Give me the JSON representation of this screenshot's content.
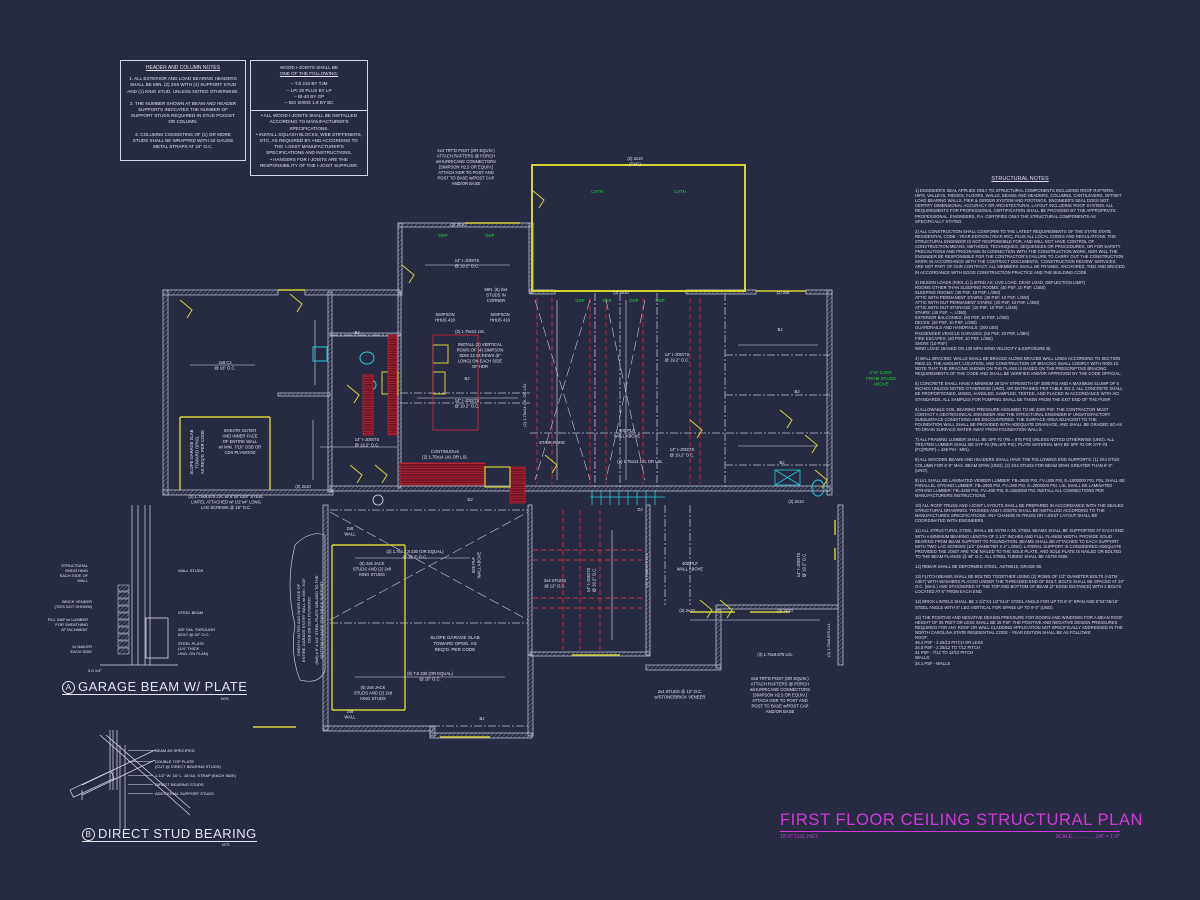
{
  "header_notes": {
    "title": "HEADER AND COLUMN NOTES",
    "items": [
      "1. ALL EXTERIOR AND LOAD BEARING HEADERS SHALL BE MIN. (2) 2x6 WITH (1) SUPPORT STUD AND (1) KING STUD, UNLESS NOTED OTHERWISE.",
      "2. THE NUMBER SHOWN AT BEAM AND HEADER SUPPORTS INDICATES THE NUMBER OF SUPPORT STUDS REQUIRED IN STUD POCKET OR COLUMN.",
      "3. COLUMNS CONSISTING OF (1) OR MORE STUDS SHALL BE WRAPPED WITH 22-GAUGE METAL STRAPS AT 24\" O.C."
    ]
  },
  "ijoist_notes": {
    "title": "WOOD I-JOISTS SHALL BE",
    "subtitle": "ONE OF THE FOLLOWING:",
    "options": [
      "-- TJI 210 BY TJM",
      "-- LPI 20 PLUS BY LP",
      "-- BI-40 BY GP",
      "-- BCI 5000s 1.8 BY BC"
    ],
    "items": [
      "• ALL WOOD I-JOISTS SHALL BE INSTALLED ACCORDING TO MANUFACTURER'S SPECIFICATIONS.",
      "• INSTALL SQUASH BLOCKS, WEB STIFFENERS, ETC. AS REQUIRED BY AND ACCORDING TO THE I-JOIST MANUFACTURER'S SPECIFICATIONS AND INSTRUCTIONS.",
      "• HANGERS FOR I-JOISTS ARE THE RESPONSIBILITY OF THE I-JOIST SUPPLIER."
    ]
  },
  "structural_notes": {
    "title": "STRUCTURAL NOTES",
    "items": [
      "1) ENGINEER'S SEAL APPLIES ONLY TO STRUCTURAL COMPONENTS INCLUDING ROOF RAFTERS, HIPS, VALLEYS, RIDGES, FLOORS, WALLS, BEAMS AND HEADERS, COLUMNS, CANTILEVERS, OFFSET LOAD BEARING WALLS, PIER & GIRDER SYSTEM AND FOOTINGS. ENGINEER'S SEAL DOES NOT CERTIFY DIMENSIONAL ACCURACY OR ARCHITECTURAL LAYOUT INCLUDING ROOF SYSTEM. ALL REQUIREMENTS FOR PROFESSIONAL CERTIFICATION SHALL BE PROVIDED BY THE APPROPRIATE PROFESSIONAL. ENGINEERS, P.A. CERTIFIES ONLY THE STRUCTURAL COMPONENTS AS SPECIFICALLY STATED.",
      "2) ALL CONSTRUCTION SHALL CONFORM TO THE LATEST REQUIREMENTS OF THE STATE STATE RESIDENTIAL CODE - YEAR EDITION (YEAR IRC), PLUS ALL LOCAL CODES AND REGULATIONS. THE STRUCTURAL ENGINEER IS NOT RESPONSIBLE FOR, AND WILL NOT HAVE CONTROL OF, CONSTRUCTION MEANS, METHODS, TECHNIQUES, SEQUENCES OR PROCEDURES, OR FOR SAFETY PRECAUTIONS AND PROGRAMS IN CONNECTION WITH THE CONSTRUCTION WORK, NOR WILL THE ENGINEER BE RESPONSIBLE FOR THE CONTRACTOR'S FAILURE TO CARRY OUT THE CONSTRUCTION WORK IN ACCORDANCE WITH THE CONTRACT DOCUMENTS. 'CONSTRUCTION REVIEW' SERVICES ARE NOT PART OF OUR CONTRACT. ALL MEMBERS SHALL BE FRAMED, ANCHORED, TIED AND BRACED IN ACCORDANCE WITH GOOD CONSTRUCTION PRACTICE AND THE BUILDING CODE.",
      "3) DESIGN LOADS (R301.4) (LISTED AS: LIVE LOAD, DEAD LOAD, DEFLECTION LIMIT)\nROOMS OTHER THAN SLEEPING ROOMS: (40 PSF, 10 PSF, L/360)\nSLEEPING ROOMS: (30 PSF, 10 PSF, L/360)\nATTIC WITH PERMANENT STAIRS: (40 PSF, 10 PSF, L/360)\nATTIC WITH OUT PERMANENT STAIRS: (20 PSF, 10 PSF, L/360)\nATTIC WITH OUT STORAGE: (10 PSF, 10 PSF, L/240)\nSTAIRS: (40 PSF, --, L/360)\nEXTERIOR BALCONIES: (60 PSF, 10 PSF, L/360)\nDECKS: (40 PSF, 10 PSF, L/360)\nGUARDRAILS AND HANDRAILS: (200 LBS)\nPASSENGER VEHICLE GARAGES: (50 PSF, 10 PSF, L/360)\nFIRE ESCAPES: (40 PSF, 10 PSF, L/360)\nSNOW: (10 PSF)\nWIND LOAD: (BASED ON 130 MPH WIND VELOCITY & EXPOSURE B)",
      "4) WALL BRACING: WALLS SHALL BE BRACED ALONG BRACED WALL LINES ACCORDING TO SECTION R602.10. THE AMOUNT, LOCATION, AND CONSTRUCTION OF BRACING SHALL COMPLY WITH R602.10. NOTE THAT THE BRACING SHOWN ON THE PLANS IS BASED ON THE PRESCRIPTIVE BRACING REQUIREMENTS OF THE CODE AND SHALL BE VERIFIED AND/OR APPROVED BY THE CODE OFFICIAL.",
      "5) CONCRETE SHALL HAVE A MINIMUM 28 DAY STRENGTH OF 3000 PSI AND A MAXIMUM SLUMP OF 5 INCHES UNLESS NOTED OTHERWISE (UNO). AIR ENTRAINED PER TABLE 402.2. ALL CONCRETE SHALL BE PROPORTIONED, MIXED, HANDLED, SAMPLED, TESTED, AND PLACED IN ACCORDANCE WITH ACI STANDARDS. ALL SAMPLES FOR PUMPING SHALL BE TAKEN FROM THE EXIT END OF THE PUMP.",
      "6) ALLOWABLE SOIL BEARING PRESSURE ASSUMED TO BE 2000 PSF. THE CONTRACTOR MUST CONTACT A GEOTECHNICAL ENGINEER AND THE STRUCTURAL ENGINEER IF UNSATISFACTORY SUBSURFACE CONDITIONS ARE ENCOUNTERED. THE SURFACE AREA ADJACENT TO THE FOUNDATION WALL SHALL BE PROVIDED WITH ADEQUATE DRAINAGE, AND SHALL BE GRADED SO AS TO DRAIN SURFACE WATER AWAY FROM FOUNDATION WALLS.",
      "7) ALL FRAMING LUMBER SHALL BE SPF #2 (Fb = 875 PSI) UNLESS NOTED OTHERWISE (UNO). ALL TREATED LUMBER SHALL BE SYP #2 (Fb=975 PSI). PLATE MATERIAL MAY BE SPF #3 OR SYP #3 (Fc(perp) = 425 PSI - MIN).",
      "8) ALL WOODEN BEAMS AND HEADERS SHALL HAVE THE FOLLOWING END SUPPORTS: (1) 2x4 STUD COLUMN FOR 6'-0\" MAX. BEAM SPAN (UNO). (2) 2x4 STUDS FOR BEAM SPAN GREATER THAN 6'-0\" (UNO).",
      "9) LVL SHALL BE LAMINATED VENEER LUMBER: Fb=2600 PSI, Fv=285 PSI, E=1900000 PSI. PSL SHALL BE PARALLEL STRAND LUMBER: Fb=2900 PSI, Fv=290 PSI, E=2000000 PSI. LSL SHALL BE LAMINATED STRAND LUMBER: Fb=2250 PSI, Fv=400 PSI, E=1550000 PSI. INSTALL ALL CONNECTIONS PER MANUFACTURERS INSTRUCTIONS.",
      "10) ALL ROOF TRUSS AND I-JOIST LAYOUTS SHALL BE PREPARED IN ACCORDANCE WITH THE SEALED STRUCTURAL DRAWINGS. TRUSSES AND I-JOISTS SHALL BE INSTALLED ACCORDING TO THE MANUFACTURES SPECIFICATIONS. ANY CHANGE IN TRUSS OR I-JOIST LAYOUT SHALL BE COORDINATED WITH ENGINEERS.",
      "11) ALL STRUCTURAL STEEL SHALL BE ASTM A-36. STEEL BEAMS SHALL BE SUPPORTED AT EACH END WITH A MINIMUM BEARING LENGTH OF 3 1/2\" INCHES AND FULL FLANGE WIDTH. PROVIDE SOLID BEARING FROM BEAM SUPPORT TO FOUNDATION. BEAMS SHALL BE ATTACHED TO EACH SUPPORT WITH TWO LAG SCREWS (1/2\" DIAMETER x 4\" LONG). LATERAL SUPPORT IS CONSIDERED ADEQUATE PROVIDED THE JOIST ARE TOE NAILED TO THE SOLE PLATE, AND SOLE PLATE IS NAILED OR BOLTED TO THE BEAM FLANGE @ 48\" O.C. ALL STEEL TUBING SHALL BE ASTM A500.",
      "12) REBAR SHALL BE DEFORMED STEEL, ASTM615, GRADE 60.",
      "13) FLITCH BEAMS SHALL BE BOLTED TOGETHER USING (2) ROWS OF 1/2\" DIAMETER BOLTS (ASTM A307) WITH WASHERS PLACED UNDER THE THREADED END OF BOLT. BOLTS SHALL BE SPACED AT 24\" O.C. (MAX.) AND STAGGERED AT THE TOP AND BOTTOM OF BEAM (2\" EDGE DISTANCE) WITH 2 BOLTS LOCATED AT 6\" FROM EACH END.",
      "14) BRICK LINTELS SHALL BE 3 1/2\"x3 1/2\"x1/4\" STEEL ANGLE FOR UP TO 6'-0\" SPAN AND 6\"x4\"x5/16\" STEEL ANGLE WITH 6\" LEG VERTICAL FOR SPANS UP TO 9'-0\" (UNO).",
      "15) THE POSITIVE AND NEGATIVE DESIGN PRESSURE FOR DOORS AND WINDOWS FOR A MEAN ROOF HEIGHT OF 35 FEET OR LESS SHALL BE 25 PSF. THE POSITIVE AND NEGATIVE DESIGN PRESSURES REQUIRED FOR ANY ROOF OR WALL CLADDING APPLICATION NOT SPECIFICALLY ADDRESSED IN THE NORTH CAROLINA STATE RESIDENTIAL CODE - YEAR EDITION SHALL BE AS FOLLOWS:\nROOF:\n45.4 PSF - 2.25/12 PITCH OR LESS\n34.5 PSF - 2.25/12 TO 7/12 PITCH\n31 PSF - 7/12 TO 12/12 PITCH\nWALLS:\n34.1 PSF - WALLS"
    ]
  },
  "title_block": {
    "title": "FIRST FLOOR CEILING STRUCTURAL PLAN",
    "ceiling_height": "10'-0\" CLG. HGT.",
    "scale_label": "SCALE: ..............",
    "scale_value": "1/4\" = 1'-0\""
  },
  "detail_a": {
    "marker": "A",
    "title": "GARAGE BEAM W/ PLATE",
    "nts": "NTS",
    "labels": [
      [
        "STRUCTURAL",
        "SHEATHING",
        "EACH SIDE OF",
        "WALL"
      ],
      [
        "WALL STUDS"
      ],
      [
        "BRICK VENEER",
        "(TIES NOT SHOWN)"
      ],
      [
        "FILL GAP w/ LUMBER",
        "FOR SHEATHING",
        "ATTACHMENT"
      ],
      [
        "STEEL BEAM"
      ],
      [
        "3/8\" DIA. THROUGH",
        "BOLT @ 32\" O.C."
      ],
      [
        "STEEL PLATE",
        "(1/4\" THICK",
        "UNO. ON PLAN)"
      ],
      [
        "2x NAILER",
        "EACH SIDE"
      ],
      [
        "3-0   1/4\""
      ]
    ]
  },
  "detail_b": {
    "marker": "B",
    "title": "DIRECT STUD BEARING",
    "nts": "NTS",
    "labels": [
      [
        "BEAM AS SPECIFIED"
      ],
      [
        "DOUBLE TOP PLATE",
        "(CUT @ DIRECT BEARING STUDS)"
      ],
      [
        "1-1/2\" W. 18\" L. 18 GA. STRAP (EACH SIDE)"
      ],
      [
        "DIRECT BEARING STUDS"
      ],
      [
        "ADDITIONAL SUPPORT STUDS"
      ]
    ]
  },
  "plan": {
    "colors": {
      "wall": "#b9bccb",
      "header": "#d6d23a",
      "joist": "#d8243a",
      "note": "#e4e4ee",
      "green": "#27d23a",
      "cyan": "#26c9d6",
      "fill_red": "#6e1424"
    },
    "labels": [
      [
        "(2) 2x10",
        "(TYP.)"
      ],
      [
        "CATH"
      ],
      [
        "CATH"
      ],
      [
        "4x4 TRT'D POST (OR EQUIV.)",
        "ATTACH RAFTERS @ PORCH",
        "w/HURRICANE CONNECTORS",
        "(SIMPSON H2.5 OR EQUIV.)",
        "ATTACH HDR TO POST AND",
        "POST TO BASE w/POST CAP",
        "AND/OR BASE"
      ],
      [
        "(2) 2x10"
      ],
      [
        "DSP"
      ],
      [
        "DSP"
      ],
      [
        "14\" I-JOISTS",
        "@ 19.2\" O.C."
      ],
      [
        "MIN. (6) 2x4",
        "STUDS IN",
        "CORNER"
      ],
      [
        "SIMPSON",
        "HHUS 410"
      ],
      [
        "SIMPSON",
        "HHUS 410"
      ],
      [
        "(2) 1.75x14 LVL"
      ],
      [
        "INSTALL (2) VERTICAL",
        "ROWS OF (4) SIMPSON",
        "SDW 22 SCREWS (5\"",
        "LONG) ON EACH SIDE",
        "OF HDR"
      ],
      [
        "BJ"
      ],
      [
        "14\" I-JOISTS",
        "@ 19.2\" O.C."
      ],
      [
        "14\" I-JOISTS",
        "@ 19.2\" O.C."
      ],
      [
        "CONTINUOUS",
        "(2) 1.75x14 LVL OR LSL"
      ],
      [
        "2x8 CJ",
        "@ 16\" O.C."
      ],
      [
        "SHEATH OUTER",
        "AND INNER FACE",
        "OF ENTIRE WALL",
        "w/ MIN. 7/16\" OSB OR",
        "CDX PLYWOOD"
      ],
      [
        "SLOPE GARAGE SLAB",
        "TOWARD OPNG.",
        "AS REQ'D. PER CODE"
      ],
      [
        "(2) 1.75x9.875 LVL w/ 6\"x4\"x3/8\" STEEL",
        "LINTEL ATTACHED w/ 1/2\"x4\" LONG",
        "LAG SCREWS @ 16\" O.C."
      ],
      [
        "BJ"
      ],
      [
        "(2) 2x10"
      ],
      [
        "STAIR RAKE"
      ],
      [
        "(2) 1.75x14 LVL OR LSL"
      ],
      [
        "14\" I-JOISTS",
        "@ 19.2\" O.C."
      ],
      [
        "2'-0\" CANT.",
        "FROM STUDS",
        "ABOVE"
      ],
      [
        "(3) 2x10"
      ],
      [
        "(2) 2x8"
      ],
      [
        "DSP"
      ],
      [
        "DSP"
      ],
      [
        "DSP"
      ],
      [
        "DSP"
      ],
      [
        "400 PLF",
        "WALL ABOVE"
      ],
      [
        "14\" I-JOISTS",
        "@ 19.2\" O.C."
      ],
      [
        "2x8",
        "WALL"
      ],
      [
        "(2) 1.75x TJI 230 (OR EQUAL)",
        "@ 19.2\" O.C."
      ],
      [
        "(6) 2x8 JACK",
        "STUDS AND (2) 2x8",
        "KING STUDS"
      ],
      [
        "825 PLF",
        "WALL ABOVE"
      ],
      [
        "SLOPE GARAGE SLAB",
        "TOWARD OPNG. AS",
        "REQ'D. PER CODE"
      ],
      [
        "(6) TJI 230 (OR EQUAL)",
        "@ 16\" O.C."
      ],
      [
        "(5) 2x8 JACK",
        "STUDS AND (2) 2x8",
        "KING STUDS"
      ],
      [
        "2x8",
        "WALL"
      ],
      [
        "BJ"
      ],
      [
        "SHEATH OUTER AND INNER FACE OF",
        "ENTIRE GARAGE ENTRY WALL w/ MIN. 7/16\"",
        "OSB OR CDX PLYWOOD"
      ],
      [
        "(6x6) x 6\" x 1/4\" STEEL PLATE WELDED TO THE",
        "BOTTOM FLANGE FOR BRICK SUPPORT"
      ],
      [
        "2x4 STUDS",
        "@ 12\" O.C."
      ],
      [
        "14\" I-JOISTS",
        "@ 19.2\" O.C."
      ],
      [
        "400 PLF",
        "WALL ABOVE"
      ],
      [
        "(2) 2x10"
      ],
      [
        "(2) 2x10"
      ],
      [
        "14\" I-JOISTS",
        "@ 19.2\" O.C."
      ],
      [
        "(3) 1.75x9.875 LVL"
      ],
      [
        "2x4 STUDS @ 12\" O.C.",
        "w/STONE/BRICK VENEER"
      ],
      [
        "6x6 TRT'D POST (OR EQUIV.)",
        "ATTACH RAFTERS @ PORCH",
        "w/HURRICANE CONNECTORS",
        "(SIMPSON H2.5 OR EQUIV.)",
        "ATTACH HDR TO POST AND",
        "POST TO BASE w/POST CAP",
        "AND/OR BASE"
      ],
      [
        "BJ"
      ],
      [
        "BJ"
      ],
      [
        "BJ"
      ],
      [
        "DJ"
      ],
      [
        "DJ"
      ],
      [
        "(2) 2x10"
      ],
      [
        "(2) 1.75x14 LVL OR LSL"
      ],
      [
        "(2) 1.75x9.875 LVL"
      ],
      [
        "(2) 1.75x9.875 LVL"
      ]
    ]
  }
}
